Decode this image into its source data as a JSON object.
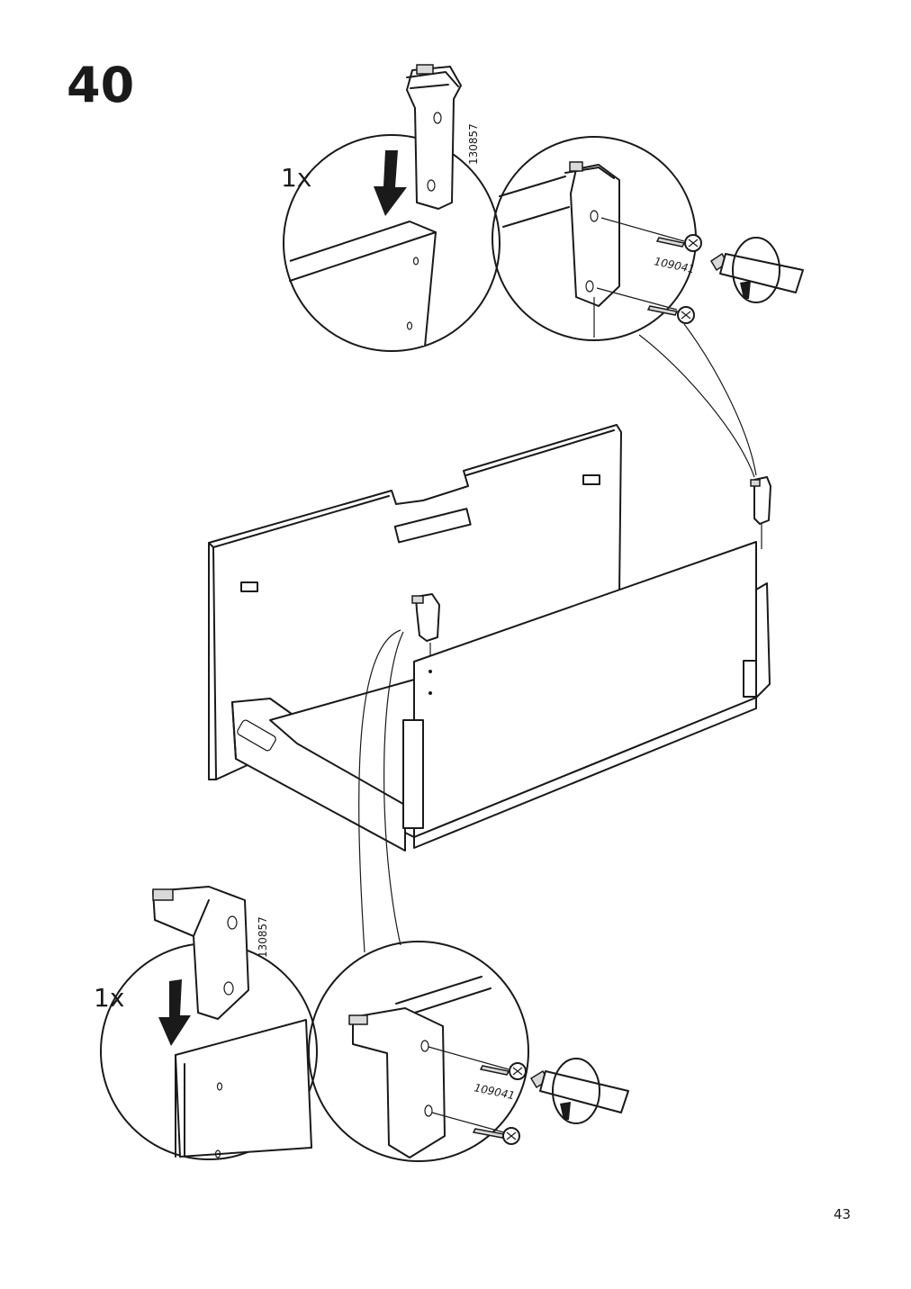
{
  "page": {
    "step_number": "40",
    "page_number": "43"
  },
  "parts": {
    "bracket_article_top": "130857",
    "bracket_article_bottom": "130857",
    "screw_article_top": "109041",
    "screw_article_bottom": "109041"
  },
  "quantities": {
    "top_qty": "1x",
    "bottom_qty": "1x"
  },
  "icons": [
    "arrow-down-icon",
    "rotate-clockwise-icon",
    "screwdriver-icon",
    "screw-icon",
    "bracket-icon"
  ]
}
